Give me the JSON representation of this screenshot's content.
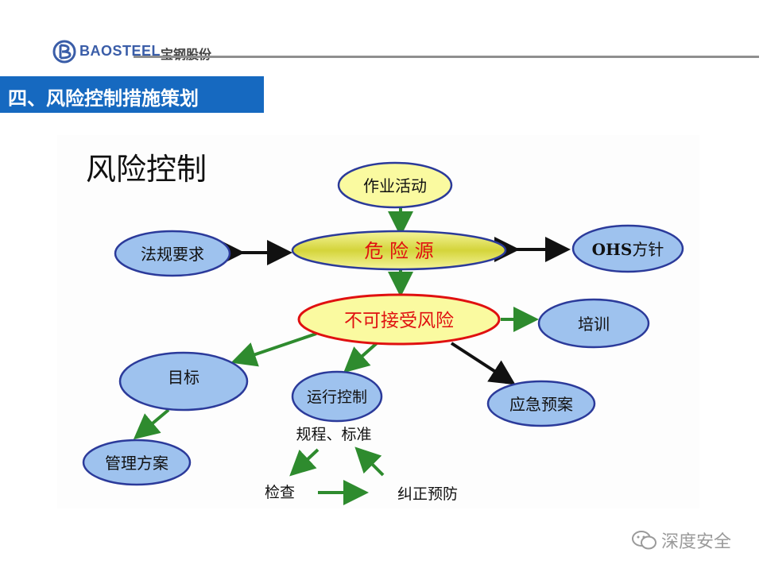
{
  "brand": {
    "name_en": "BAOSTEEL",
    "name_cn": "宝钢股份",
    "accent": "#3a5da8"
  },
  "header": {
    "title": "四、风险控制措施策划",
    "bg": "#1669c0"
  },
  "diagram": {
    "heading": "风险控制",
    "nodes": {
      "activity": "作业活动",
      "regulation": "法规要求",
      "hazard": "危 险 源",
      "ohs_bold": "OHS",
      "ohs_rest": "方针",
      "risk": "不可接受风险",
      "training": "培训",
      "objective": "目标",
      "operation": "运行控制",
      "emergency": "应急预案",
      "management": "管理方案"
    },
    "labels": {
      "standards": "规程、标准",
      "check": "检查",
      "correct": "纠正预防"
    },
    "colors": {
      "blue_fill": "#9ec2ee",
      "blue_stroke": "#2b3a9a",
      "yellow_fill": "#fafaa0",
      "red_text": "#e01010",
      "arrow_green": "#2e8b2e"
    }
  },
  "watermark": {
    "text": "深度安全"
  }
}
